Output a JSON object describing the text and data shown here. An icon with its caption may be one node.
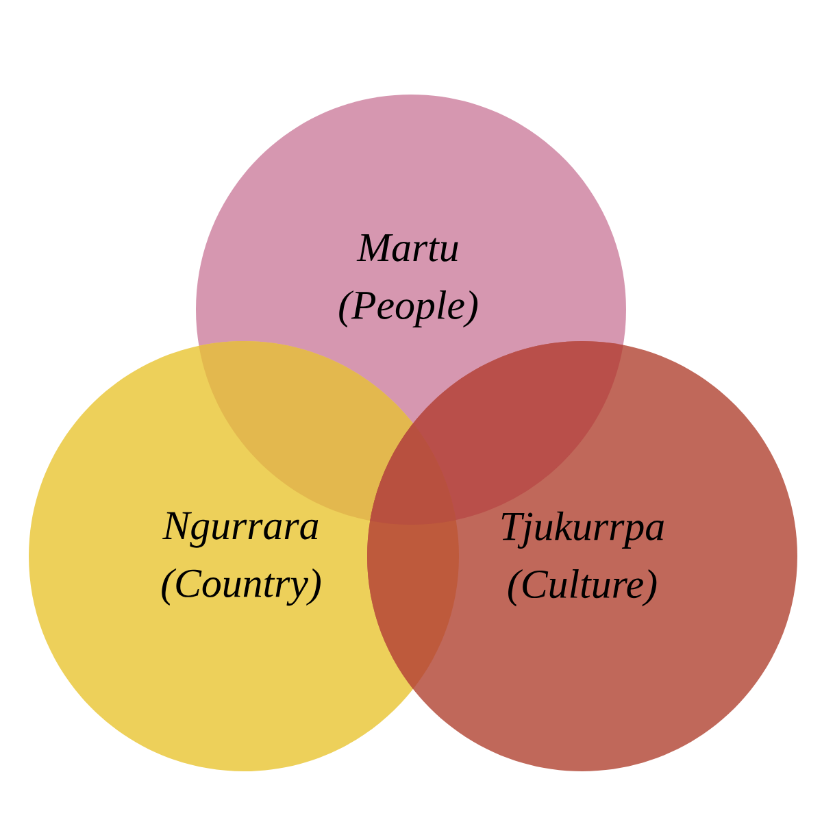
{
  "diagram": {
    "nodes": [
      {
        "text": [
          "Martu (People)"
        ]
      },
      {
        "text": [
          "Ngurrara (Country)"
        ]
      },
      {
        "text": [
          "Tjukurrpa (Culture)"
        ]
      }
    ]
  }
}
